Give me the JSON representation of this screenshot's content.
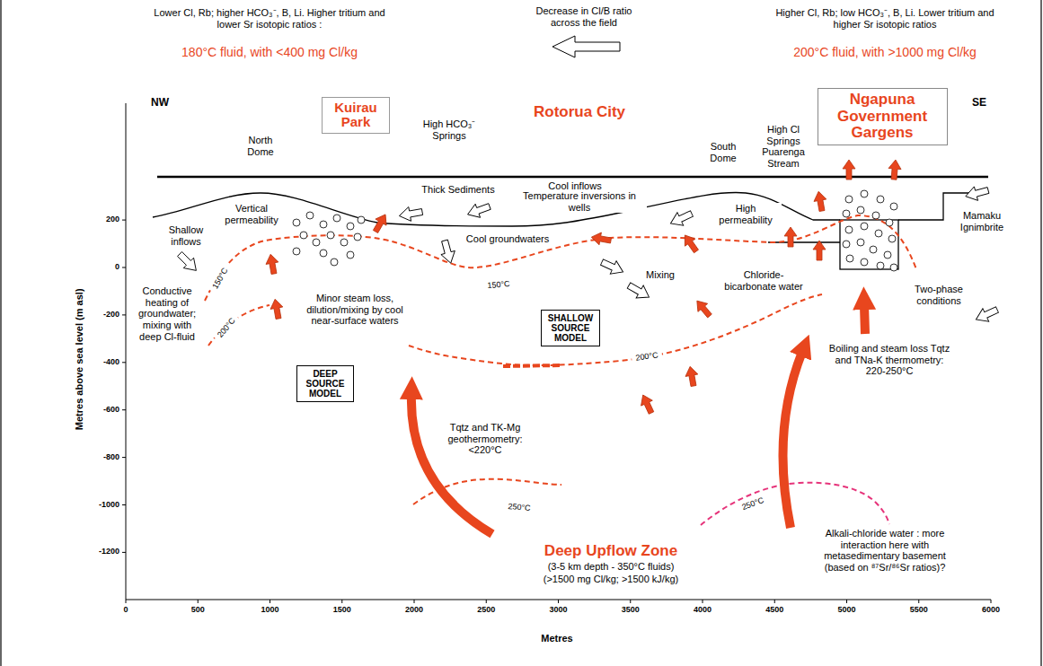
{
  "diagram": {
    "nodes": [
      {
        "text": [
          "Kuirau Park"
        ]
      },
      {
        "text": [
          "Ngapuna Government Gargens"
        ]
      },
      {
        "text": [
          "DEEP SOURCE MODEL"
        ]
      },
      {
        "text": [
          "SHALLOW SOURCE MODEL"
        ]
      }
    ],
    "labels": [
      "Lower Cl, Rb; higher HCO₃⁻, B, Li. Higher tritium and lower Sr isotopic ratios :",
      "180°C fluid, with <400 mg Cl/kg",
      "Decrease in Cl/B ratio across the field",
      "Higher Cl, Rb; low HCO₃⁻, B, Li. Lower tritium and higher Sr isotopic ratios",
      "200°C fluid, with >1000 mg Cl/kg",
      "NW",
      "SE",
      "North Dome",
      "High HCO₃⁻ Springs",
      "Rotorua City",
      "Cool inflows",
      "Temperature inversions in wells",
      "South Dome",
      "High Cl Springs Puarenga Stream",
      "Thick Sediments",
      "Shallow inflows",
      "Vertical permeability",
      "High permeability",
      "Mamaku Ignimbrite",
      "Cool groundwaters",
      "150°C",
      "150°C",
      "Conductive heating of groundwater; mixing with deep Cl-fluid",
      "Minor steam loss, dilution/mixing by cool near-surface waters",
      "Mixing",
      "Chloride-bicarbonate water",
      "Two-phase conditions",
      "200°C",
      "200°C",
      "Boiling and steam loss Tqtz and TNa-K thermometry: 220-250°C",
      "Tqtz and TK-Mg geothermometry: <220°C",
      "250°C",
      "250°C",
      "Alkali-chloride water : more interaction here with metasedimentary basement (based on ⁸⁷Sr/⁸⁶Sr ratios)?",
      "Deep Upflow Zone",
      "(3-5 km depth - 350°C fluids)",
      "(>1500 mg Cl/kg; >1500 kJ/kg)",
      "Metres above sea level (m asl)",
      "Metres",
      "200",
      "0",
      "-200",
      "-400",
      "-600",
      "-800",
      "-1000",
      "-1200",
      "0",
      "500",
      "1000",
      "1500",
      "2000",
      "2500",
      "3000",
      "3500",
      "4000",
      "4500",
      "5000",
      "5500",
      "6000"
    ]
  }
}
